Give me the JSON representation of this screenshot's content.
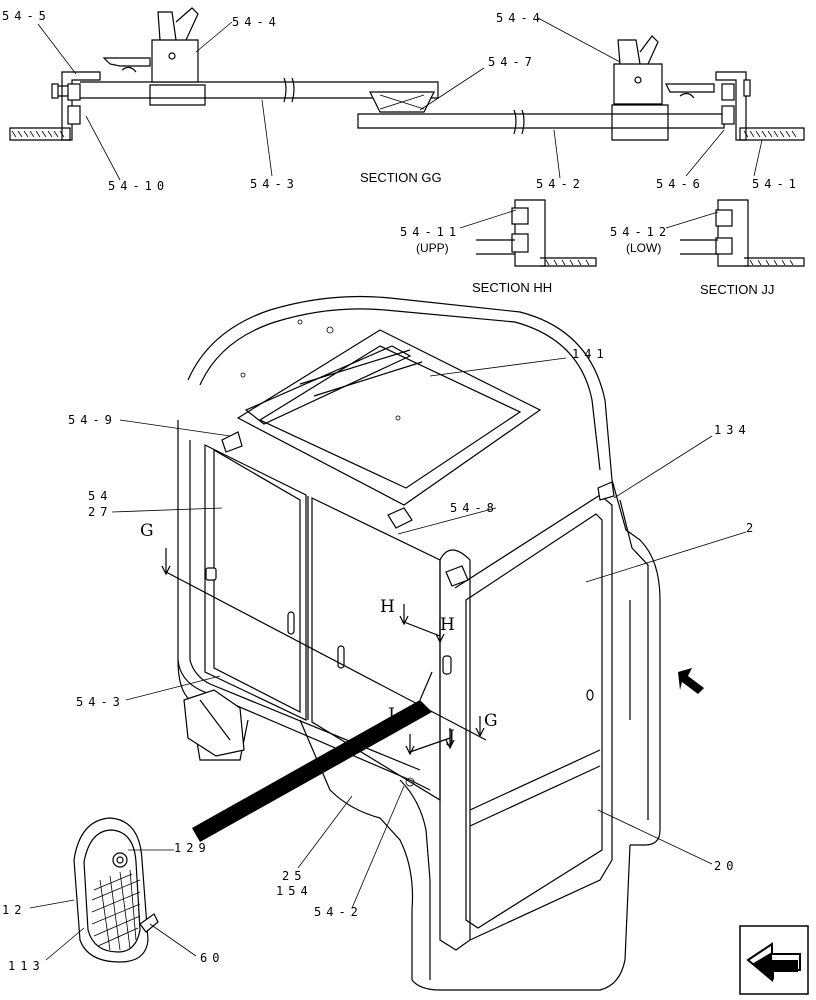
{
  "section_titles": {
    "gg": "SECTION GG",
    "hh": "SECTION HH",
    "jj": "SECTION JJ"
  },
  "section_sublabels": {
    "upp": "(UPP)",
    "low": "(LOW)"
  },
  "section_letters": {
    "g_left": "G",
    "g_right": "G",
    "h_left": "H",
    "h_right": "H",
    "j_left": "J",
    "j_right": "J"
  },
  "callouts": {
    "c54_5": "54-5",
    "c54_4_left": "54-4",
    "c54_4_right": "54-4",
    "c54_7": "54-7",
    "c54_10": "54-10",
    "c54_3": "54-3",
    "c54_2_top": "54-2",
    "c54_6": "54-6",
    "c54_1": "54-1",
    "c54_11": "54-11",
    "c54_12": "54-12",
    "c141": "141",
    "c54_9": "54-9",
    "c134": "134",
    "c54_27a": "54",
    "c54_27b": "27",
    "c54_8": "54-8",
    "c2": "2",
    "c54_3_lower": "54-3",
    "c129": "129",
    "c25": "25",
    "c154": "154",
    "c12": "12",
    "c113": "113",
    "c54_2_bottom": "54-2",
    "c60": "60",
    "c20": "20"
  },
  "icons": [
    "navigation-arrow-icon",
    "direction-arrow-icon"
  ]
}
